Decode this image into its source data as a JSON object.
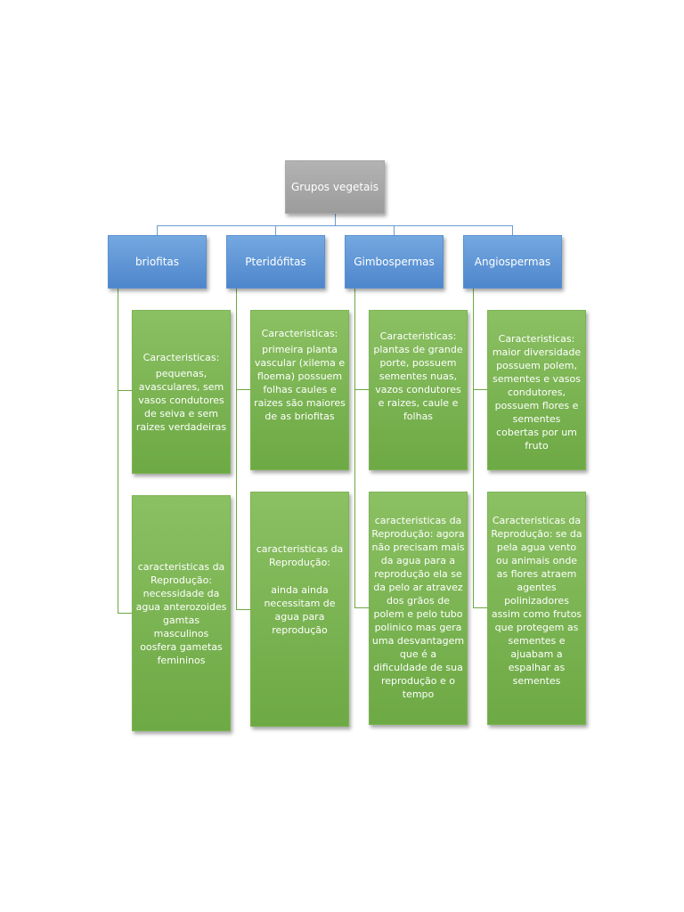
{
  "root": {
    "label": "Grupos vegetais"
  },
  "groups": [
    {
      "label": "briofitas",
      "characteristics": {
        "heading": "Caracteristicas:",
        "body": "pequenas, avasculares, sem vasos condutores de seiva e sem raizes verdadeiras"
      },
      "reproduction": {
        "heading": "",
        "body": "caracteristicas da Reprodução: necessidade da agua anterozoides gamtas masculinos oosfera gametas femininos"
      }
    },
    {
      "label": "Pteridófitas",
      "characteristics": {
        "heading": "Caracteristicas:",
        "body": "primeira planta vascular (xilema e floema) possuem folhas caules e raizes são maiores de as briofitas"
      },
      "reproduction": {
        "heading": "caracteristicas da Reprodução:",
        "body": "ainda ainda necessitam de agua para reprodução"
      }
    },
    {
      "label": "Gimbospermas",
      "characteristics": {
        "heading": "Caracteristicas:",
        "body": "plantas de grande porte, possuem sementes nuas, vazos condutores e raizes, caule e folhas"
      },
      "reproduction": {
        "heading": "",
        "body": "caracteristicas da Reprodução: agora não precisam mais da agua para a reprodução  ela se da pelo ar atravez dos grãos de polem e pelo tubo polinico mas gera uma desvantagem que é a dificuldade de sua reprodução e o tempo"
      }
    },
    {
      "label": "Angiospermas",
      "characteristics": {
        "heading": "Caracteristicas:",
        "body": "maior diversidade possuem polem, sementes e vasos condutores, possuem flores e sementes cobertas por um fruto"
      },
      "reproduction": {
        "heading": "",
        "body": "Caracteristicas da Reprodução: se da pela agua vento ou animais onde as flores atraem agentes polinizadores assim como frutos que protegem as sementes e ajuabam a espalhar as sementes"
      }
    }
  ],
  "colors": {
    "root": "#a8a8a8",
    "group": "#5a90d2",
    "leaf": "#7cb552",
    "connector_blue": "#6e9ccf",
    "connector_green": "#6da944"
  }
}
